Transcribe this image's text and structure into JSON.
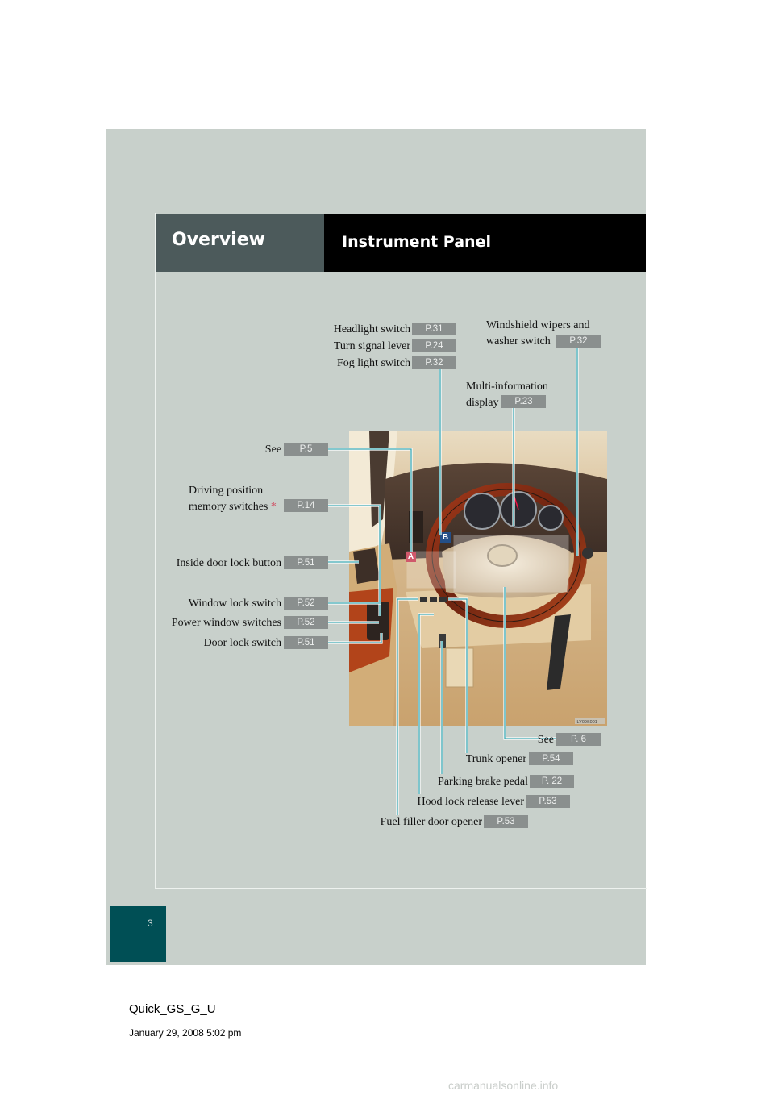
{
  "header": {
    "section": "Overview",
    "title": "Instrument Panel"
  },
  "page_number": "3",
  "footer": {
    "doc": "Quick_GS_G_U",
    "date": "January 29, 2008 5:02 pm"
  },
  "watermark": "carmanualsonline.info",
  "image_code": "ILY09S001",
  "callout_markers": {
    "a": "A",
    "b": "B"
  },
  "labels": {
    "headlight": {
      "text": "Headlight switch",
      "ref": "P.31"
    },
    "turn_signal": {
      "text": "Turn signal lever",
      "ref": "P.24"
    },
    "fog": {
      "text": "Fog light switch",
      "ref": "P.32"
    },
    "wipers": {
      "line1": "Windshield wipers and",
      "line2": "washer switch",
      "ref": "P.32"
    },
    "multi_info": {
      "line1": "Multi-information",
      "line2": "display",
      "ref": "P.23"
    },
    "see_a": {
      "text": "See",
      "ref": "P.5"
    },
    "driving_position": {
      "line1": "Driving position",
      "line2": "memory switches",
      "star": "*",
      "ref": "P.14"
    },
    "inside_door_lock": {
      "text": "Inside door lock button",
      "ref": "P.51"
    },
    "window_lock": {
      "text": "Window lock switch",
      "ref": "P.52"
    },
    "power_window": {
      "text": "Power window switches",
      "ref": "P.52"
    },
    "door_lock": {
      "text": "Door lock switch",
      "ref": "P.51"
    },
    "see_b": {
      "text": "See",
      "ref": "P. 6"
    },
    "trunk": {
      "text": "Trunk opener",
      "ref": "P.54"
    },
    "parking_brake": {
      "text": "Parking brake pedal",
      "ref": "P. 22"
    },
    "hood": {
      "text": "Hood lock release lever",
      "ref": "P.53"
    },
    "fuel": {
      "text": "Fuel filler door opener",
      "ref": "P.53"
    }
  }
}
